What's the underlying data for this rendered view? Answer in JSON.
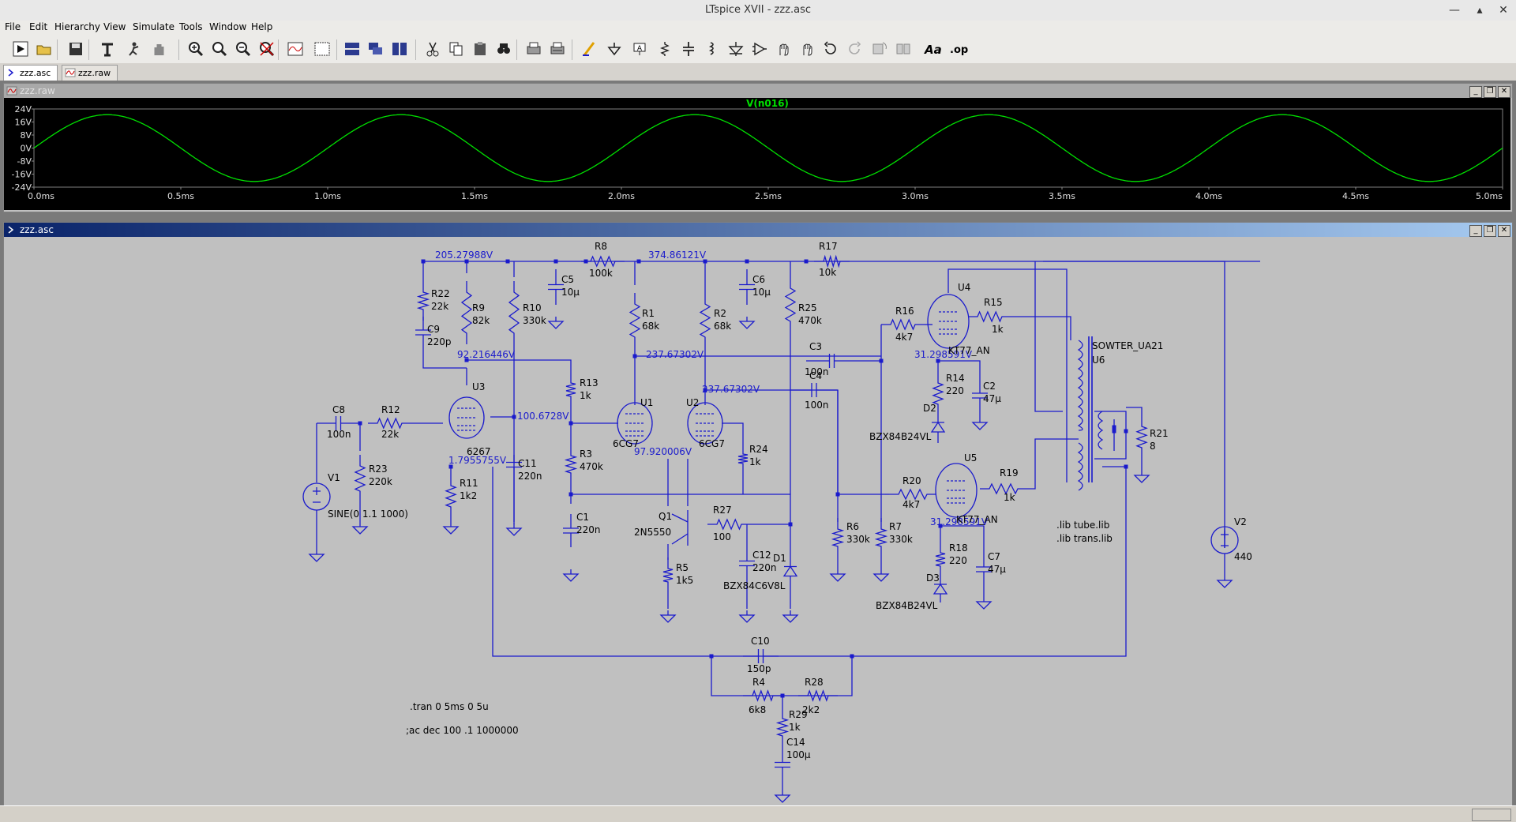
{
  "window": {
    "title": "LTspice XVII - zzz.asc",
    "min_glyph": "—",
    "max_glyph": "▴",
    "close_glyph": "✕"
  },
  "menu": [
    "File",
    "Edit",
    "Hierarchy",
    "View",
    "Simulate",
    "Tools",
    "Window",
    "Help"
  ],
  "tabs": [
    {
      "label": "zzz.asc",
      "active": true
    },
    {
      "label": "zzz.raw",
      "active": false
    }
  ],
  "toolbar_icons": [
    "run-icon",
    "open-icon",
    "save-icon",
    "control-panel-icon",
    "halt-icon",
    "pan-icon",
    "zoom-in-icon",
    "zoom-area-icon",
    "zoom-out-icon",
    "zoom-cancel-icon",
    "autorange-icon",
    "full-view-icon",
    "tile-horizontal-icon",
    "cascade-icon",
    "tile-vertical-icon",
    "cut-icon",
    "copy-icon",
    "paste-icon",
    "find-icon",
    "print-icon",
    "print-preview-icon",
    "wire-icon",
    "ground-icon",
    "label-icon",
    "resistor-icon",
    "capacitor-icon",
    "inductor-icon",
    "diode-icon",
    "component-icon",
    "move-icon",
    "drag-icon",
    "undo-icon",
    "redo-icon",
    "rotate-icon",
    "mirror-icon",
    "text-icon",
    "spice-directive-icon"
  ],
  "plot": {
    "window_title": "zzz.raw",
    "trace_label": "V(n016)",
    "trace_color": "#00e000",
    "y_ticks": [
      "24V",
      "16V",
      "8V",
      "0V",
      "-8V",
      "-16V",
      "-24V"
    ],
    "x_ticks": [
      "0.0ms",
      "0.5ms",
      "1.0ms",
      "1.5ms",
      "2.0ms",
      "2.5ms",
      "3.0ms",
      "3.5ms",
      "4.0ms",
      "4.5ms",
      "5.0ms"
    ],
    "chart_data": {
      "type": "line",
      "series": [
        {
          "name": "V(n016)",
          "amplitude_v": 20.5,
          "frequency_hz": 1000,
          "phase_deg": 0
        }
      ],
      "xlim_ms": [
        0,
        5
      ],
      "ylim_v": [
        -24,
        24
      ],
      "grid": false,
      "background": "#000000"
    }
  },
  "schematic": {
    "window_title": "zzz.asc",
    "wire_color": "#1a1acc",
    "net_color": "#1a1acc",
    "text_color": "#000000",
    "net_labels": [
      "205.27988V",
      "374.86121V",
      "92.216446V",
      "237.67302V",
      "237.67302V",
      "100.6728V",
      "1.7955755V",
      "97.920006V",
      "31.298591V",
      "31.298591V"
    ],
    "components": {
      "R8": [
        "R8",
        "100k"
      ],
      "R17": [
        "R17",
        "10k"
      ],
      "R22": [
        "R22",
        "22k"
      ],
      "R9": [
        "R9",
        "82k"
      ],
      "R10": [
        "R10",
        "330k"
      ],
      "C5": [
        "C5",
        "10µ"
      ],
      "C6": [
        "C6",
        "10µ"
      ],
      "R1": [
        "R1",
        "68k"
      ],
      "R2": [
        "R2",
        "68k"
      ],
      "R25": [
        "R25",
        "470k"
      ],
      "C9": [
        "C9",
        "220p"
      ],
      "R13": [
        "R13",
        "1k"
      ],
      "U3": [
        "U3",
        "6267"
      ],
      "U1": [
        "U1",
        "6CG7"
      ],
      "U2": [
        "U2",
        "6CG7"
      ],
      "C8": [
        "C8",
        "100n"
      ],
      "R12": [
        "R12",
        "22k"
      ],
      "R23": [
        "R23",
        "220k"
      ],
      "R11": [
        "R11",
        "1k2"
      ],
      "C11": [
        "C11",
        "220n"
      ],
      "R3": [
        "R3",
        "470k"
      ],
      "R24": [
        "R24",
        "1k"
      ],
      "C1": [
        "C1",
        "220n"
      ],
      "Q1": [
        "Q1",
        "2N5550"
      ],
      "R27": [
        "R27",
        "100"
      ],
      "R5": [
        "R5",
        "1k5"
      ],
      "C12": [
        "C12",
        "220n"
      ],
      "D1": [
        "D1",
        "BZX84C6V8L"
      ],
      "C3": [
        "C3",
        "100n"
      ],
      "C4": [
        "C4",
        "100n"
      ],
      "R6": [
        "R6",
        "330k"
      ],
      "R7": [
        "R7",
        "330k"
      ],
      "R16": [
        "R16",
        "4k7"
      ],
      "U4": [
        "U4",
        "KT77_AN"
      ],
      "R15": [
        "R15",
        "1k"
      ],
      "R14": [
        "R14",
        "220"
      ],
      "C2": [
        "C2",
        "47µ"
      ],
      "D2": [
        "D2",
        "BZX84B24VL"
      ],
      "R20": [
        "R20",
        "4k7"
      ],
      "U5": [
        "U5",
        "KT77_AN"
      ],
      "R19": [
        "R19",
        "1k"
      ],
      "R18": [
        "R18",
        "220"
      ],
      "C7": [
        "C7",
        "47µ"
      ],
      "D3": [
        "D3",
        "BZX84B24VL"
      ],
      "U6": [
        "U6",
        "SOWTER_UA21"
      ],
      "R21": [
        "R21",
        "8"
      ],
      "V2": [
        "V2",
        "440"
      ],
      "V1": [
        "V1",
        "SINE(0 1.1 1000)"
      ],
      "C10": [
        "C10",
        "150p"
      ],
      "R4": [
        "R4",
        "6k8"
      ],
      "R28": [
        "R28",
        "2k2"
      ],
      "R29": [
        "R29",
        "1k"
      ],
      "C14": [
        "C14",
        "100µ"
      ]
    },
    "directives": [
      ".lib tube.lib",
      ".lib trans.lib",
      ".tran 0 5ms 0 5u",
      ";ac dec 100 .1 1000000"
    ]
  }
}
